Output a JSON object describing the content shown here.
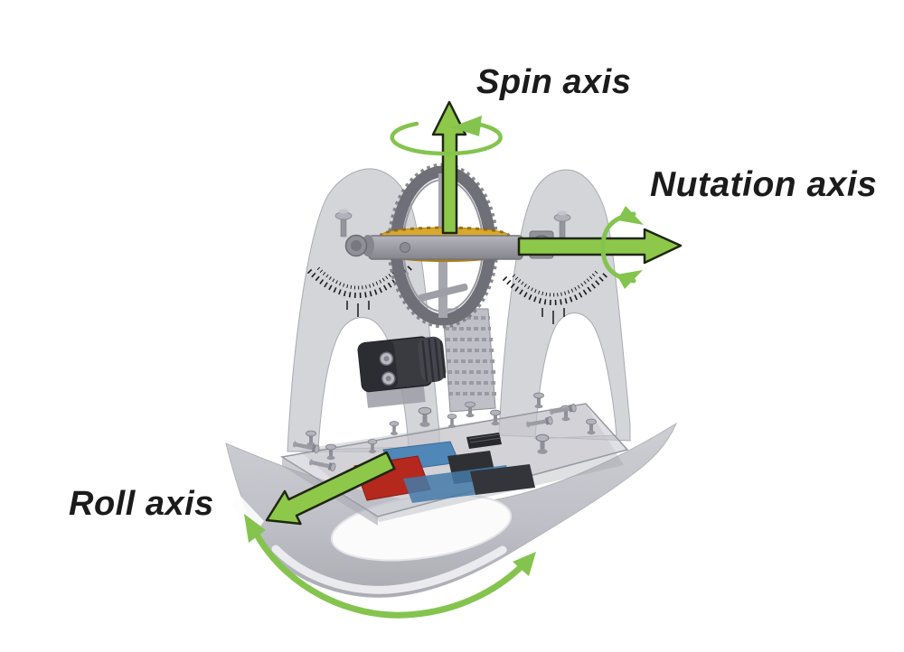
{
  "figure": {
    "description": "3D rendered gyroscope gimbal on a rocker base with axis annotations",
    "background": "#ffffff"
  },
  "labels": {
    "spin": "Spin axis",
    "nutation": "Nutation axis",
    "roll": "Roll axis"
  },
  "colors": {
    "arrow_fill": "#8dc84a",
    "arrow_outline": "#20260f",
    "rotation_green": "#84c44e",
    "label_text": "#1b1b1b",
    "flywheel_gold": "#cf9c22",
    "structure_gray": "#c8c9cf",
    "pcb_red": "#b5281e",
    "pcb_blue": "#4e87b8"
  },
  "machine": {
    "parts": [
      "rocker-base",
      "base-plate",
      "control-board-red",
      "control-board-blue",
      "support-arch-left",
      "support-arch-right",
      "protractor-scale-left",
      "protractor-scale-right",
      "gear-rack",
      "gimbal-ring",
      "flywheel-disc",
      "pivot-bar",
      "servo-motor"
    ]
  }
}
